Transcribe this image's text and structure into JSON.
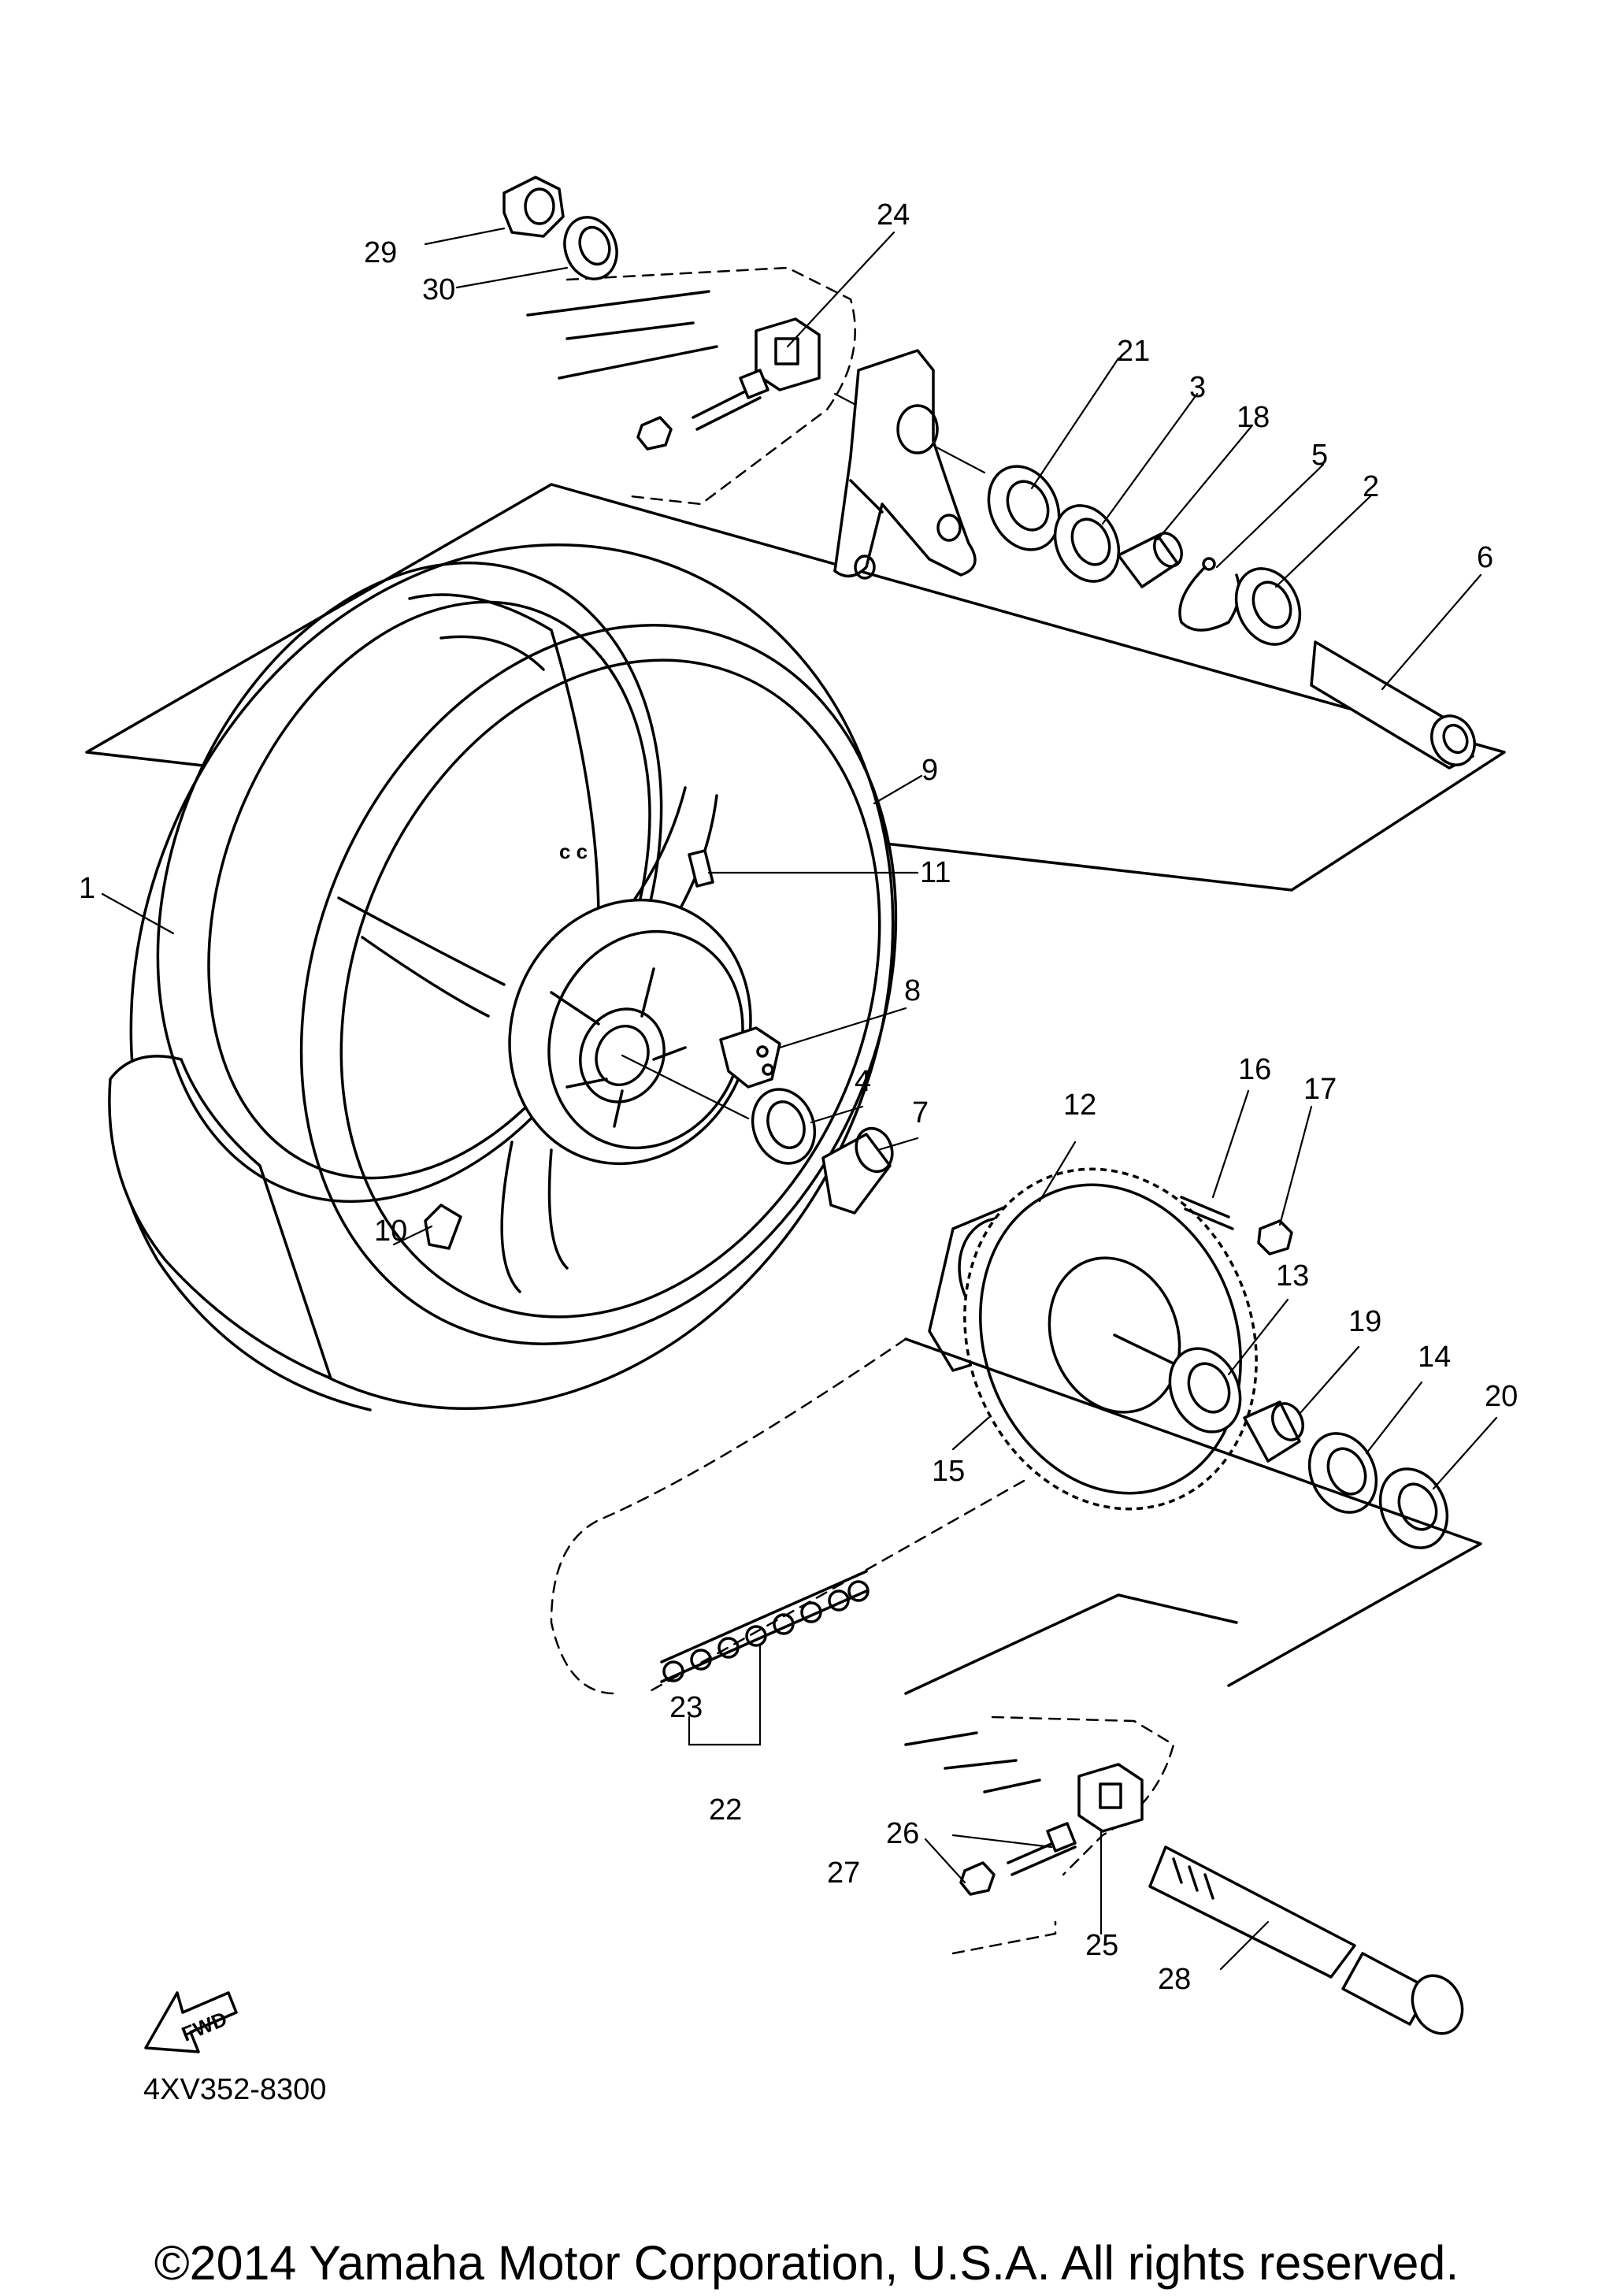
{
  "diagram": {
    "drawing_code": "4XV352-8300",
    "fwd_label": "FWD",
    "copyright": "©2014 Yamaha Motor Corporation, U.S.A. All rights reserved.",
    "callouts": [
      {
        "id": "1",
        "label": "1"
      },
      {
        "id": "2",
        "label": "2"
      },
      {
        "id": "3",
        "label": "3"
      },
      {
        "id": "4",
        "label": "4"
      },
      {
        "id": "5",
        "label": "5"
      },
      {
        "id": "6",
        "label": "6"
      },
      {
        "id": "7",
        "label": "7"
      },
      {
        "id": "8",
        "label": "8"
      },
      {
        "id": "9",
        "label": "9"
      },
      {
        "id": "10",
        "label": "10"
      },
      {
        "id": "11",
        "label": "11"
      },
      {
        "id": "12",
        "label": "12"
      },
      {
        "id": "13",
        "label": "13"
      },
      {
        "id": "14",
        "label": "14"
      },
      {
        "id": "15",
        "label": "15"
      },
      {
        "id": "16",
        "label": "16"
      },
      {
        "id": "17",
        "label": "17"
      },
      {
        "id": "18",
        "label": "18"
      },
      {
        "id": "19",
        "label": "19"
      },
      {
        "id": "20",
        "label": "20"
      },
      {
        "id": "21",
        "label": "21"
      },
      {
        "id": "22",
        "label": "22"
      },
      {
        "id": "23",
        "label": "23"
      },
      {
        "id": "24",
        "label": "24"
      },
      {
        "id": "25",
        "label": "25"
      },
      {
        "id": "26",
        "label": "26"
      },
      {
        "id": "27",
        "label": "27"
      },
      {
        "id": "28",
        "label": "28"
      },
      {
        "id": "29",
        "label": "29"
      },
      {
        "id": "30",
        "label": "30"
      }
    ]
  }
}
